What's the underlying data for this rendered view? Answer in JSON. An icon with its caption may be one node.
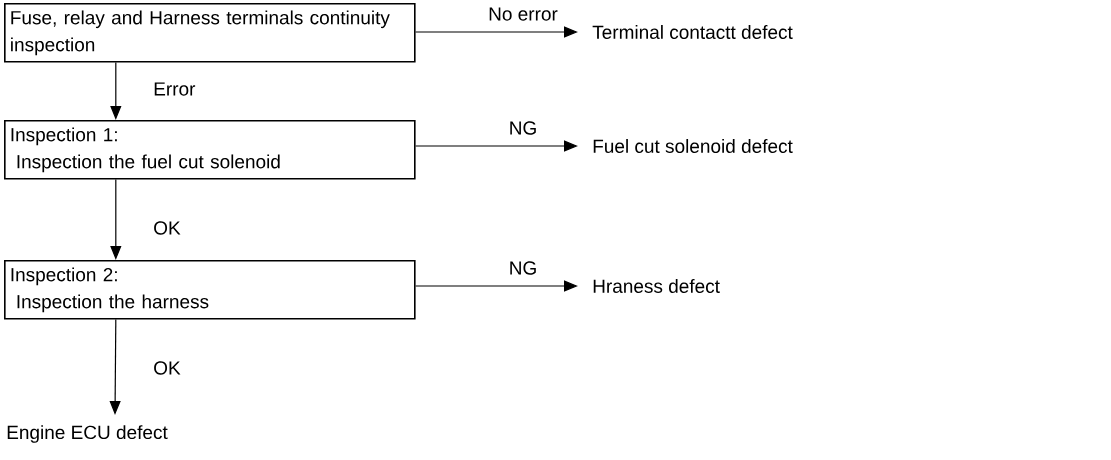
{
  "diagram": {
    "nodes": [
      {
        "text": [
          "Fuse, relay and Harness terminals continuity inspection"
        ]
      },
      {
        "text": [
          "Terminal contactt defect"
        ]
      },
      {
        "text": [
          "Inspection 1:",
          "Inspection the fuel cut solenoid"
        ]
      },
      {
        "text": [
          "Fuel cut solenoid defect"
        ]
      },
      {
        "text": [
          "Inspection 2:",
          "Inspection the harness"
        ]
      },
      {
        "text": [
          "Hraness defect"
        ]
      },
      {
        "text": [
          "Engine ECU defect"
        ]
      }
    ],
    "edges": [
      {
        "from": 0,
        "to": 1,
        "arrow": "to",
        "label": "No error"
      },
      {
        "from": 0,
        "to": 2,
        "arrow": "to",
        "label": "Error"
      },
      {
        "from": 2,
        "to": 3,
        "arrow": "to",
        "label": "NG"
      },
      {
        "from": 2,
        "to": 4,
        "arrow": "to",
        "label": "OK"
      },
      {
        "from": 4,
        "to": 5,
        "arrow": "to",
        "label": "NG"
      },
      {
        "from": 4,
        "to": 6,
        "arrow": "to",
        "label": "OK"
      }
    ]
  }
}
